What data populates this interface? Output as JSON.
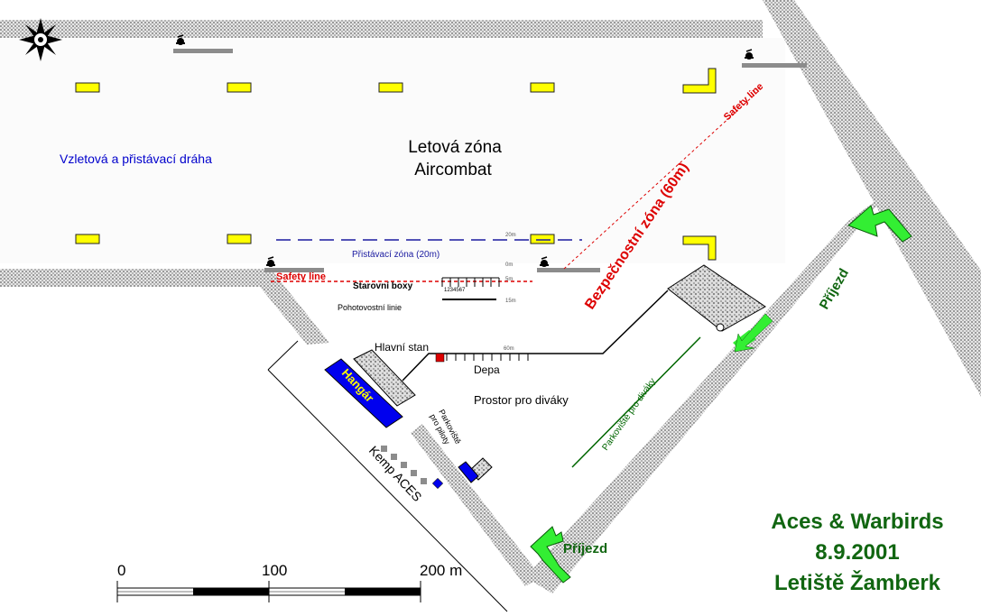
{
  "labels": {
    "runway": "Vzletová a přistávací dráha",
    "flight_zone_1": "Letová zóna",
    "flight_zone_2": "Aircombat",
    "safety_zone": "Bezpečnostní zóna (60m)",
    "safety_line_top": "Safety line",
    "safety_line_left": "Safety line",
    "landing_zone": "Přistávací zóna (20m)",
    "start_boxes": "Starovní boxy",
    "box_numbers": "1234567",
    "standby_line": "Pohotovostní linie",
    "main_tent": "Hlavní stan",
    "pits": "Depa",
    "spectators": "Prostor pro diváky",
    "hangar": "Hangár",
    "pilot_parking": "Parkoviště pro piloty",
    "pilot_parking_1": "Parkoviště",
    "pilot_parking_2": "pro piloty",
    "camp": "Kemp ACES",
    "spectator_parking": "Parkoviště pro diváky",
    "approach_top": "Příjezd",
    "approach_bottom": "Příjezd"
  },
  "distance_marks": {
    "m20": "20m",
    "m0": "0m",
    "m5": "5m",
    "m15": "15m",
    "m60": "60m"
  },
  "scale_bar": {
    "label_0": "0",
    "label_100": "100",
    "label_200": "200 m"
  },
  "event": {
    "name": "Aces & Warbirds",
    "date": "8.9.2001",
    "place": "Letiště Žamberk"
  },
  "colors": {
    "marker": "#ffff00",
    "runway_text": "#0000cc",
    "safety_red": "#dd0000",
    "hangar_blue": "#0000ee",
    "arrow_green": "#33ee33",
    "title_green": "#116611",
    "road_grey": "#c8c8c8"
  },
  "icons": [
    "compass-rose-icon",
    "fire-extinguisher-icon"
  ]
}
